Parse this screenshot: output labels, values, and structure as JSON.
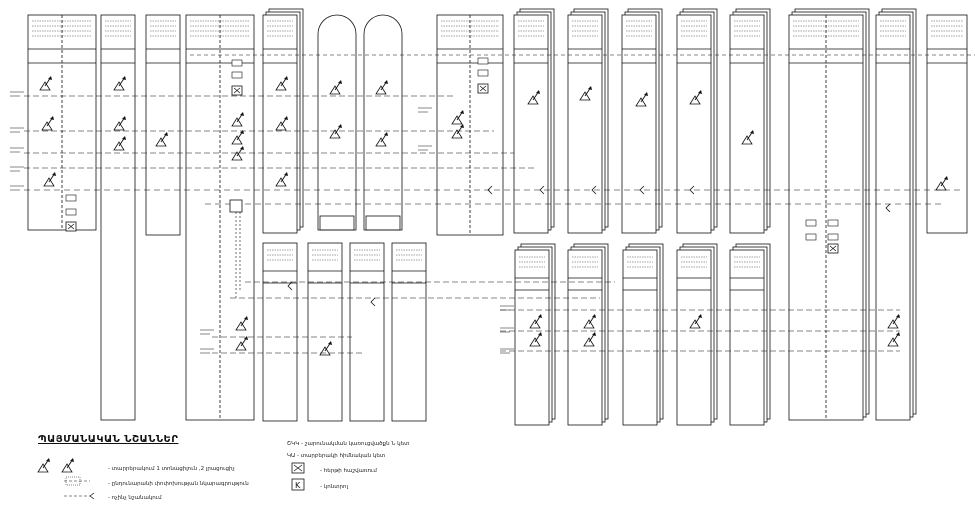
{
  "legend": {
    "title": "ՊԱՅՄԱՆԱԿԱՆ ՆՇԱՆՆԵՐ",
    "items": [
      {
        "symbol": "triangle-arrow-icon",
        "text": "- տարրերակում 1 տոնացիլուն ,2 լրացուցիչ"
      },
      {
        "symbol": "dashed-box-icon",
        "text": "- ընդունարանի փոփոխության նկարագրություն"
      },
      {
        "symbol": "arrow-line-icon",
        "text": "- ոչինչ նշանակում"
      }
    ],
    "items_right": [
      {
        "symbol": "abbr-1",
        "text": "ՇԿԿ - շարունակման կառուցվածքն Ն կետ"
      },
      {
        "symbol": "abbr-2",
        "text": "ԿԱ - տարբերակի հիմնական կետ"
      },
      {
        "symbol": "boxed-x-icon",
        "text": "- հերթի հաշվառում"
      },
      {
        "symbol": "boxed-k-icon",
        "text": "- կոնտրոլ"
      }
    ]
  },
  "colors": {
    "ink": "#111111",
    "paper": "#ffffff"
  }
}
